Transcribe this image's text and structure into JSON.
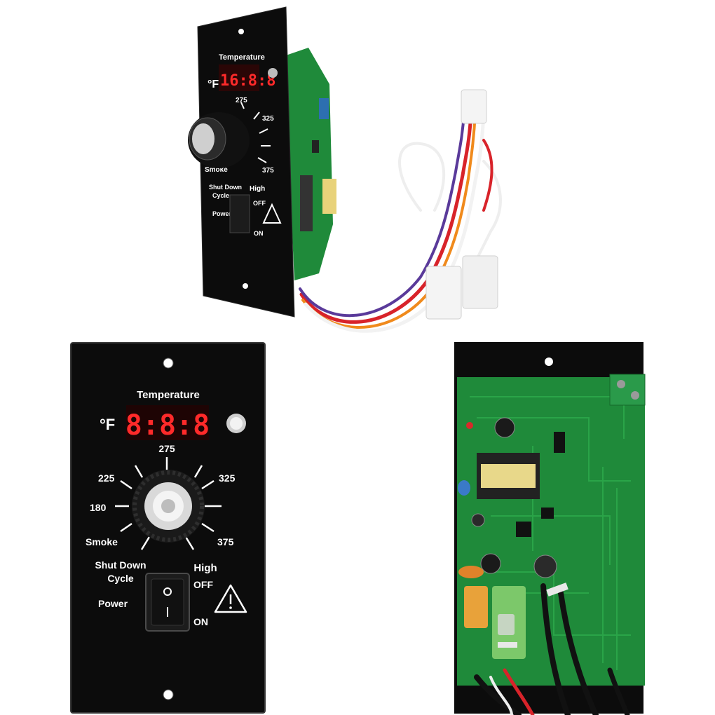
{
  "front_panel": {
    "title": "Temperature",
    "unit": "°F",
    "display": "8:8:8",
    "dial_labels": {
      "smoke": "Smoke",
      "t180": "180",
      "t225": "225",
      "t275": "275",
      "t325": "325",
      "t375": "375",
      "high": "High"
    },
    "shutdown_line1": "Shut Down",
    "shutdown_line2": "Cycle",
    "power": "Power",
    "off": "OFF",
    "on": "ON"
  },
  "angled_panel": {
    "title": "Temperature",
    "unit": "°F",
    "display": "16:8:8",
    "dial_labels": {
      "t275": "275",
      "t325": "325",
      "t375": "375",
      "smoke": "Smoke",
      "high": "High"
    },
    "shutdown_line1": "Shut Down",
    "shutdown_line2": "Cycle",
    "power": "Power",
    "off": "OFF",
    "on": "ON"
  },
  "colors": {
    "panel": "#0c0c0c",
    "lcd_red": "#ff2a2a",
    "pcb_green": "#1f8a3a",
    "wire_red": "#d8232a",
    "wire_orange": "#f08a1c",
    "wire_purple": "#5a3a9a"
  }
}
